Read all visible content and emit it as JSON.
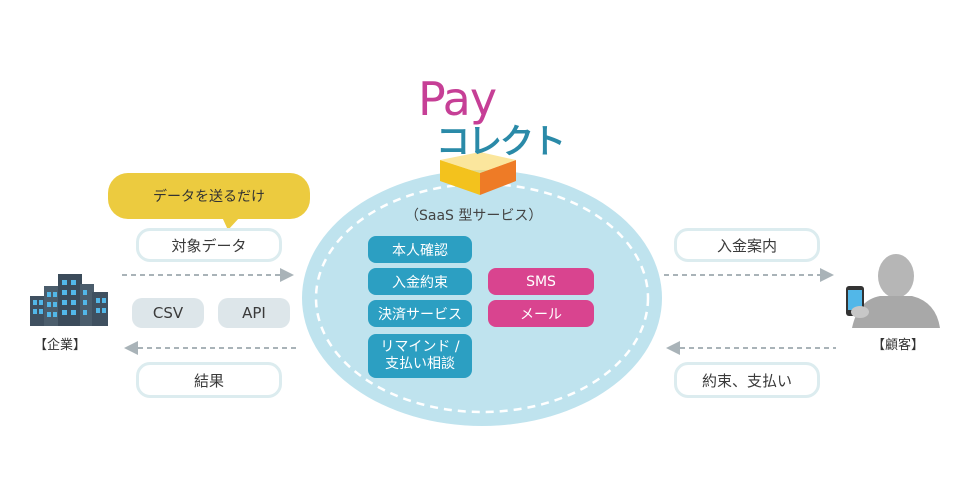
{
  "logo": {
    "line1": "Pay",
    "line2": "コレクト"
  },
  "center": {
    "subtitle": "（SaaS 型サービス）",
    "services": [
      "本人確認",
      "入金約束",
      "決済サービス",
      "リマインド /\n支払い相談"
    ],
    "channels": [
      "SMS",
      "メール"
    ]
  },
  "left": {
    "bubble": "データを送るだけ",
    "send_label": "対象データ",
    "formats": [
      "CSV",
      "API"
    ],
    "result_label": "結果",
    "entity": "【企業】"
  },
  "right": {
    "send_label": "入金案内",
    "result_label": "約束、支払い",
    "entity": "【顧客】"
  },
  "colors": {
    "circle_fill": "#bfe3ee",
    "teal": "#2c9fc2",
    "pink": "#d9448f",
    "bubble": "#eccb3f",
    "logo_pay": "#c63f96",
    "logo_collect": "#2a8aa8"
  }
}
